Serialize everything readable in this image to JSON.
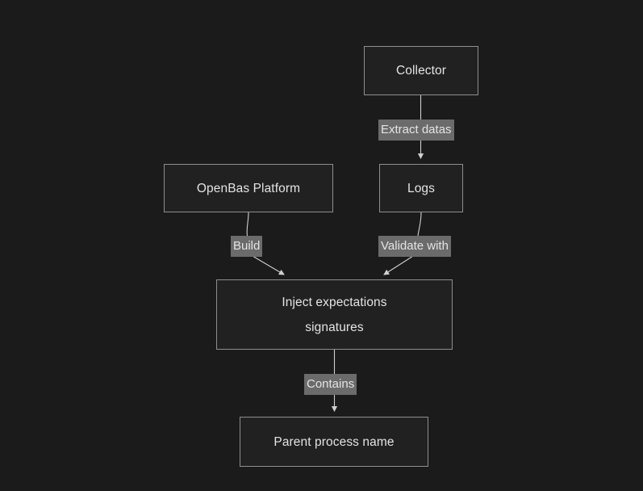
{
  "diagram": {
    "type": "flowchart",
    "direction": "top-down",
    "background_color": "#1b1b1b",
    "node_fill_color": "#212121",
    "node_border_color": "#8e8e8e",
    "text_color": "#e4e4e4",
    "edge_color": "#cccccc",
    "label_background_color": "#6b6b6b",
    "nodes": [
      {
        "id": "collector",
        "label": "Collector"
      },
      {
        "id": "openbas",
        "label": "OpenBas Platform"
      },
      {
        "id": "logs",
        "label": "Logs"
      },
      {
        "id": "inject",
        "label_line1": "Inject expectations",
        "label_line2": "signatures"
      },
      {
        "id": "parent",
        "label": "Parent process name"
      }
    ],
    "edges": [
      {
        "id": "extract-datas",
        "from": "collector",
        "to": "logs",
        "label": "Extract datas"
      },
      {
        "id": "build",
        "from": "openbas",
        "to": "inject",
        "label": "Build"
      },
      {
        "id": "validate-with",
        "from": "logs",
        "to": "inject",
        "label": "Validate with"
      },
      {
        "id": "contains",
        "from": "inject",
        "to": "parent",
        "label": "Contains"
      }
    ]
  }
}
